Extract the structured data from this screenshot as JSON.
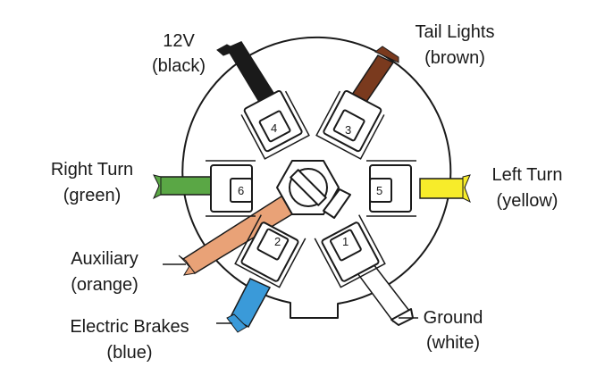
{
  "labels": {
    "pin4": {
      "name": "12V",
      "color_text": "(black)"
    },
    "pin3": {
      "name": "Tail Lights",
      "color_text": "(brown)"
    },
    "pin6": {
      "name": "Right Turn",
      "color_text": "(green)"
    },
    "pin5": {
      "name": "Left Turn",
      "color_text": "(yellow)"
    },
    "pinC": {
      "name": "Auxiliary",
      "color_text": "(orange)"
    },
    "pin2": {
      "name": "Electric Brakes",
      "color_text": "(blue)"
    },
    "pin1": {
      "name": "Ground",
      "color_text": "(white)"
    }
  },
  "pin_numbers": {
    "p1": "1",
    "p2": "2",
    "p3": "3",
    "p4": "4",
    "p5": "5",
    "p6": "6"
  },
  "wire_colors": {
    "black": "#1a1a1a",
    "brown": "#7a3a1e",
    "green": "#5aa745",
    "yellow": "#f7ec2a",
    "orange": "#e9a277",
    "blue": "#3a9ad9",
    "white": "#ffffff"
  }
}
